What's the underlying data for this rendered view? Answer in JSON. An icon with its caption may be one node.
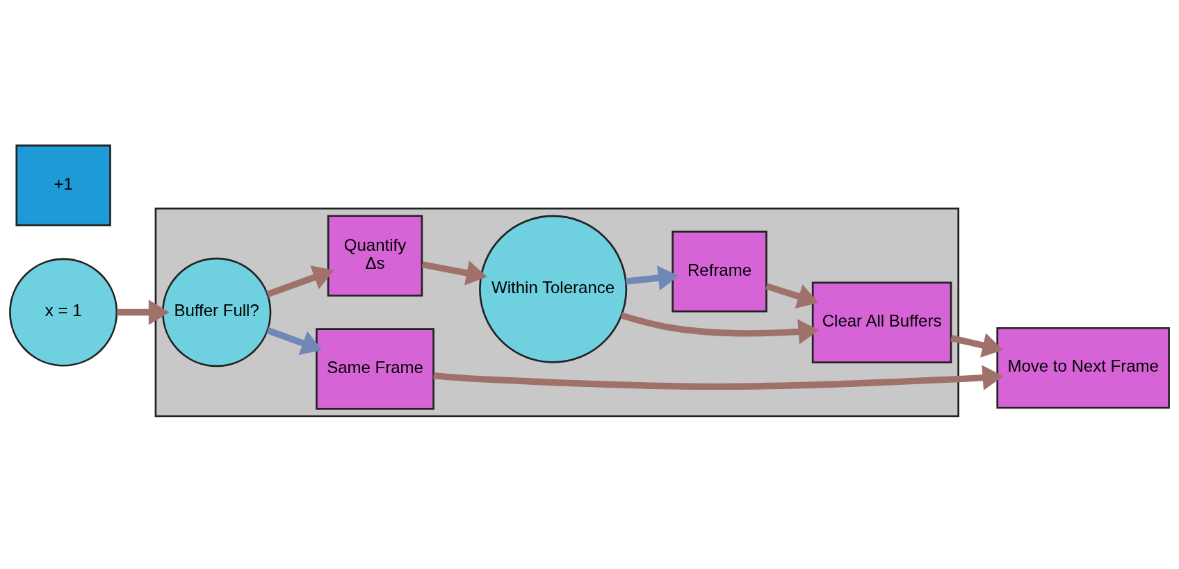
{
  "diagram": {
    "nodes": [
      {
        "text": [],
        "shape": "box"
      },
      {
        "text": [
          "x = 1"
        ]
      },
      {
        "text": [
          "Same Frame"
        ],
        "in": 0
      },
      {
        "text": [
          "+1"
        ]
      },
      {
        "text": [
          "Buffer Full?"
        ],
        "in": 0
      },
      {
        "text": [
          "Quantify",
          "Δs"
        ],
        "in": 0
      },
      {
        "text": [
          "Within Tolerance"
        ],
        "in": 0
      },
      {
        "text": [
          "Clear All Buffers"
        ],
        "in": 0
      },
      {
        "text": [
          "Reframe"
        ],
        "in": 0
      },
      {
        "text": [
          "Move to Next Frame"
        ]
      }
    ],
    "edges": [
      {
        "from": 1,
        "to": 4,
        "arrow": "to"
      },
      {
        "from": 4,
        "to": 2,
        "arrow": "to",
        "color": "#7088b8"
      },
      {
        "from": 2,
        "to": 9,
        "arrow": "to"
      },
      {
        "from": 4,
        "to": 5,
        "arrow": "to"
      },
      {
        "from": 5,
        "to": 6,
        "arrow": "to"
      },
      {
        "from": 6,
        "to": 7,
        "arrow": "to"
      },
      {
        "from": 6,
        "to": 8,
        "arrow": "to",
        "color": "#7088b8"
      },
      {
        "from": 8,
        "to": 7,
        "arrow": "to"
      },
      {
        "from": 7,
        "to": 9,
        "arrow": "to"
      }
    ]
  }
}
